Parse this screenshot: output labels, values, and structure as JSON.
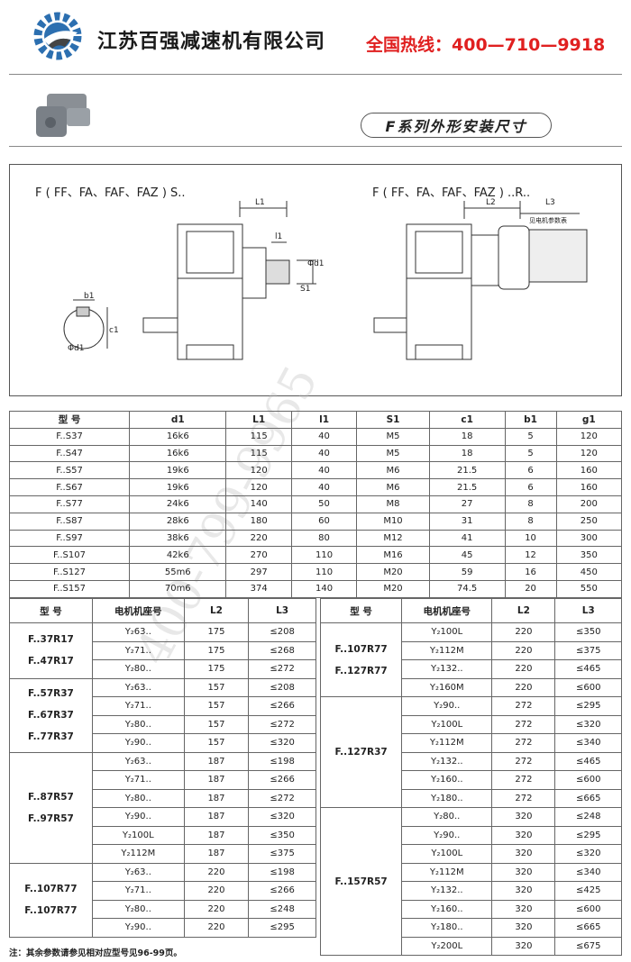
{
  "header": {
    "company": "江苏百强减速机有限公司",
    "hotline": "全国热线：400—710—9918"
  },
  "section_title": "F系列外形安装尺寸",
  "diagram": {
    "left_label": "F ( FF、FA、FAF、FAZ ) S..",
    "right_label": "F ( FF、FA、FAF、FAZ ) ..R..",
    "dims": {
      "L1": "L1",
      "l1": "l1",
      "d1": "Φd1",
      "S1": "S1",
      "b1": "b1",
      "c1": "c1",
      "L2": "L2",
      "L3": "L3",
      "motor_note": "见电机参数表"
    }
  },
  "table1": {
    "headers": [
      "型  号",
      "d1",
      "L1",
      "l1",
      "S1",
      "c1",
      "b1",
      "g1"
    ],
    "rows": [
      [
        "F..S37",
        "16k6",
        "115",
        "40",
        "M5",
        "18",
        "5",
        "120"
      ],
      [
        "F..S47",
        "16k6",
        "115",
        "40",
        "M5",
        "18",
        "5",
        "120"
      ],
      [
        "F..S57",
        "19k6",
        "120",
        "40",
        "M6",
        "21.5",
        "6",
        "160"
      ],
      [
        "F..S67",
        "19k6",
        "120",
        "40",
        "M6",
        "21.5",
        "6",
        "160"
      ],
      [
        "F..S77",
        "24k6",
        "140",
        "50",
        "M8",
        "27",
        "8",
        "200"
      ],
      [
        "F..S87",
        "28k6",
        "180",
        "60",
        "M10",
        "31",
        "8",
        "250"
      ],
      [
        "F..S97",
        "38k6",
        "220",
        "80",
        "M12",
        "41",
        "10",
        "300"
      ],
      [
        "F..S107",
        "42k6",
        "270",
        "110",
        "M16",
        "45",
        "12",
        "350"
      ],
      [
        "F..S127",
        "55m6",
        "297",
        "110",
        "M20",
        "59",
        "16",
        "450"
      ],
      [
        "F..S157",
        "70m6",
        "374",
        "140",
        "M20",
        "74.5",
        "20",
        "550"
      ]
    ]
  },
  "table2": {
    "headers": [
      "型  号",
      "电机机座号",
      "L2",
      "L3"
    ],
    "groups": [
      {
        "models": [
          "F..37R17",
          "F..47R17"
        ],
        "rows": [
          [
            "Y₂63..",
            "175",
            "≤208"
          ],
          [
            "Y₂71..",
            "175",
            "≤268"
          ],
          [
            "Y₂80..",
            "175",
            "≤272"
          ]
        ]
      },
      {
        "models": [
          "F..57R37",
          "F..67R37",
          "F..77R37"
        ],
        "rows": [
          [
            "Y₂63..",
            "157",
            "≤208"
          ],
          [
            "Y₂71..",
            "157",
            "≤266"
          ],
          [
            "Y₂80..",
            "157",
            "≤272"
          ],
          [
            "Y₂90..",
            "157",
            "≤320"
          ]
        ]
      },
      {
        "models": [
          "F..87R57",
          "F..97R57"
        ],
        "rows": [
          [
            "Y₂63..",
            "187",
            "≤198"
          ],
          [
            "Y₂71..",
            "187",
            "≤266"
          ],
          [
            "Y₂80..",
            "187",
            "≤272"
          ],
          [
            "Y₂90..",
            "187",
            "≤320"
          ],
          [
            "Y₂100L",
            "187",
            "≤350"
          ],
          [
            "Y₂112M",
            "187",
            "≤375"
          ]
        ]
      },
      {
        "models": [
          "F..107R77",
          "F..107R77"
        ],
        "rows": [
          [
            "Y₂63..",
            "220",
            "≤198"
          ],
          [
            "Y₂71..",
            "220",
            "≤266"
          ],
          [
            "Y₂80..",
            "220",
            "≤248"
          ],
          [
            "Y₂90..",
            "220",
            "≤295"
          ]
        ]
      }
    ]
  },
  "table3": {
    "headers": [
      "型  号",
      "电机机座号",
      "L2",
      "L3"
    ],
    "groups": [
      {
        "models": [
          "F..107R77",
          "F..127R77"
        ],
        "rows": [
          [
            "Y₂100L",
            "220",
            "≤350"
          ],
          [
            "Y₂112M",
            "220",
            "≤375"
          ],
          [
            "Y₂132..",
            "220",
            "≤465"
          ],
          [
            "Y₂160M",
            "220",
            "≤600"
          ]
        ]
      },
      {
        "models": [
          "F..127R37"
        ],
        "rows": [
          [
            "Y₂90..",
            "272",
            "≤295"
          ],
          [
            "Y₂100L",
            "272",
            "≤320"
          ],
          [
            "Y₂112M",
            "272",
            "≤340"
          ],
          [
            "Y₂132..",
            "272",
            "≤465"
          ],
          [
            "Y₂160..",
            "272",
            "≤600"
          ],
          [
            "Y₂180..",
            "272",
            "≤665"
          ]
        ]
      },
      {
        "models": [
          "F..157R57"
        ],
        "rows": [
          [
            "Y₂80..",
            "320",
            "≤248"
          ],
          [
            "Y₂90..",
            "320",
            "≤295"
          ],
          [
            "Y₂100L",
            "320",
            "≤320"
          ],
          [
            "Y₂112M",
            "320",
            "≤340"
          ],
          [
            "Y₂132..",
            "320",
            "≤425"
          ],
          [
            "Y₂160..",
            "320",
            "≤600"
          ],
          [
            "Y₂180..",
            "320",
            "≤665"
          ],
          [
            "Y₂200L",
            "320",
            "≤675"
          ]
        ]
      }
    ]
  },
  "note": "注：其余参数请参见相对应型号见96-99页。",
  "watermark": "400-799-9965"
}
